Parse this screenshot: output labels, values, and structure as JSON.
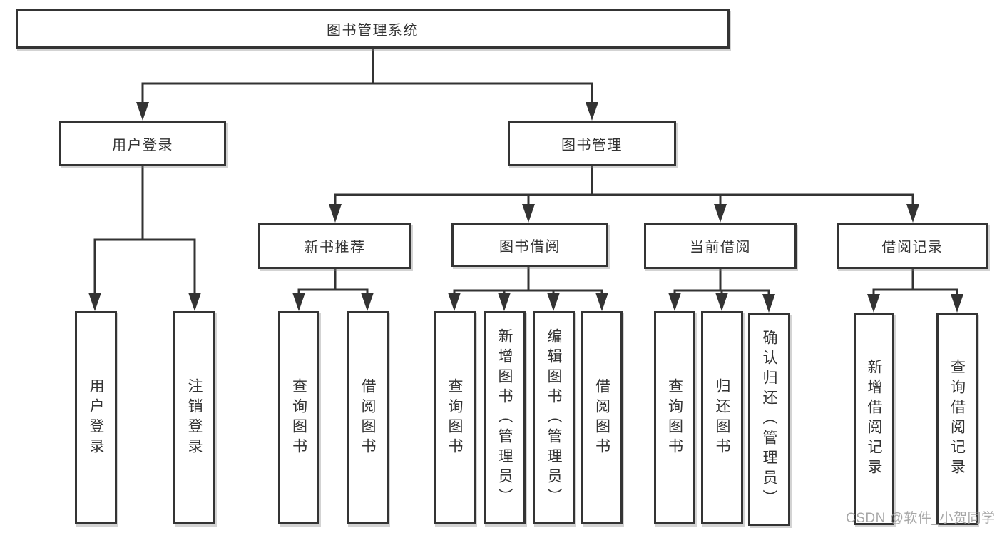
{
  "diagram": {
    "root": {
      "label": "图书管理系统"
    },
    "branches": [
      {
        "label": "用户登录",
        "children": [
          {
            "label": "用户登录"
          },
          {
            "label": "注销登录"
          }
        ]
      },
      {
        "label": "图书管理",
        "children": [
          {
            "label": "新书推荐",
            "children": [
              {
                "label": "查询图书"
              },
              {
                "label": "借阅图书"
              }
            ]
          },
          {
            "label": "图书借阅",
            "children": [
              {
                "label": "查询图书"
              },
              {
                "label": "新增图书（管理员）"
              },
              {
                "label": "编辑图书（管理员）"
              },
              {
                "label": "借阅图书"
              }
            ]
          },
          {
            "label": "当前借阅",
            "children": [
              {
                "label": "查询图书"
              },
              {
                "label": "归还图书"
              },
              {
                "label": "确认归还（管理员）"
              }
            ]
          },
          {
            "label": "借阅记录",
            "children": [
              {
                "label": "新增借阅记录"
              },
              {
                "label": "查询借阅记录"
              }
            ]
          }
        ]
      }
    ]
  },
  "watermark": {
    "text": "CSDN @软件_小贺同学"
  },
  "colors": {
    "line": "#333333",
    "box_border": "#343434",
    "text": "#333333",
    "watermark": "#9e9e9e",
    "background": "#ffffff"
  }
}
